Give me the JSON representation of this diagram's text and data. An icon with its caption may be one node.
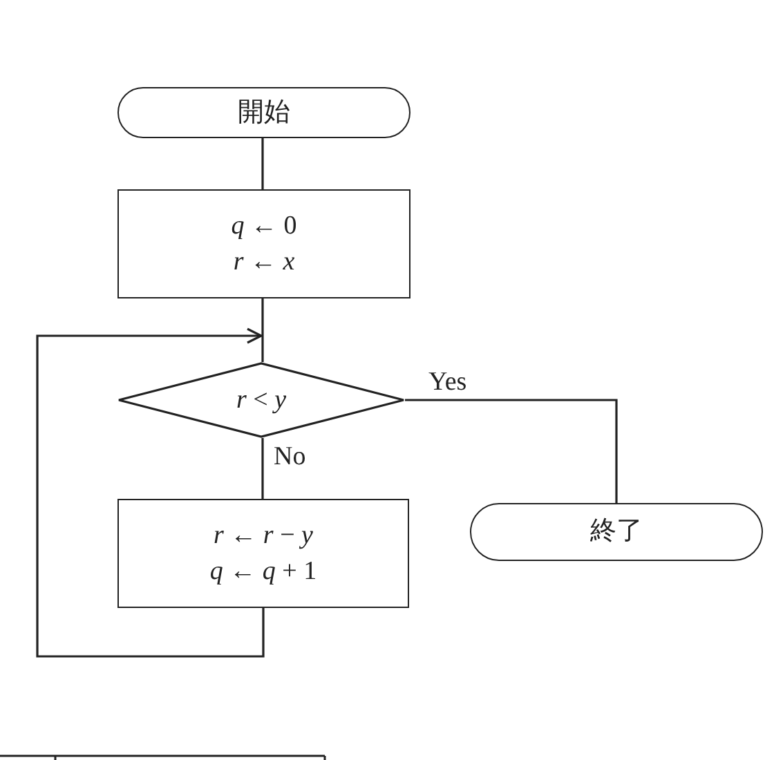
{
  "diagram": {
    "nodes": [
      {
        "text": [
          "開始"
        ]
      },
      {
        "text": [
          "*q* ← 0",
          "*r* ← *x*"
        ]
      },
      {
        "text": [
          "*r* < *y*"
        ]
      },
      {
        "text": [
          "*r* ← *r* − *y*",
          "*q* ← *q* + 1"
        ]
      },
      {
        "text": [
          "終了"
        ]
      }
    ],
    "edges": [
      {
        "from": 0,
        "to": 1,
        "arrow": "none"
      },
      {
        "from": 1,
        "to": 2,
        "arrow": "none"
      },
      {
        "from": 2,
        "to": 4,
        "arrow": "none",
        "label": "Yes"
      },
      {
        "from": 2,
        "to": 3,
        "arrow": "none",
        "label": "No"
      },
      {
        "from": 3,
        "to": 2,
        "arrow": "to"
      }
    ]
  }
}
